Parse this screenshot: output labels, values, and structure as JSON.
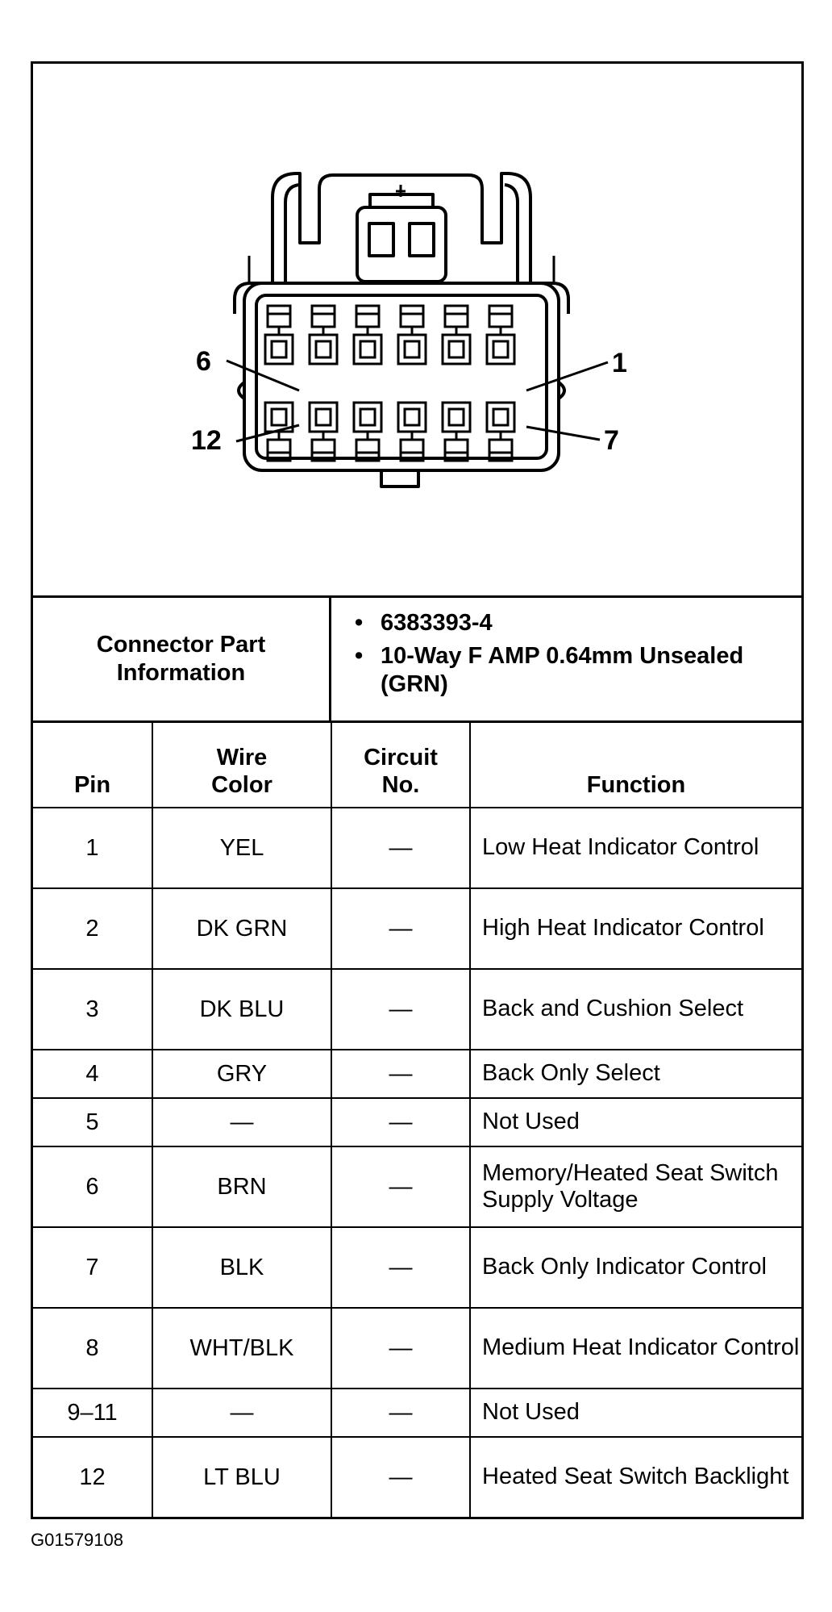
{
  "diagram": {
    "pin_callouts": {
      "top_left": "6",
      "top_right": "1",
      "bottom_left": "12",
      "bottom_right": "7"
    }
  },
  "part_info": {
    "label": "Connector Part Information",
    "items": [
      "6383393-4",
      "10-Way F AMP 0.64mm Unsealed (GRN)"
    ]
  },
  "table": {
    "headers": {
      "pin": "Pin",
      "wire_color": "Wire Color",
      "circuit_no": "Circuit No.",
      "function": "Function"
    },
    "rows": [
      {
        "pin": "1",
        "wire_color": "YEL",
        "circuit_no": "—",
        "function": "Low Heat Indicator Control"
      },
      {
        "pin": "2",
        "wire_color": "DK GRN",
        "circuit_no": "—",
        "function": "High Heat Indicator Control"
      },
      {
        "pin": "3",
        "wire_color": "DK BLU",
        "circuit_no": "—",
        "function": "Back and Cushion Select"
      },
      {
        "pin": "4",
        "wire_color": "GRY",
        "circuit_no": "—",
        "function": "Back Only Select"
      },
      {
        "pin": "5",
        "wire_color": "—",
        "circuit_no": "—",
        "function": "Not Used"
      },
      {
        "pin": "6",
        "wire_color": "BRN",
        "circuit_no": "—",
        "function": "Memory/Heated Seat Switch Supply Voltage"
      },
      {
        "pin": "7",
        "wire_color": "BLK",
        "circuit_no": "—",
        "function": "Back Only Indicator Control"
      },
      {
        "pin": "8",
        "wire_color": "WHT/BLK",
        "circuit_no": "—",
        "function": "Medium Heat Indicator Control"
      },
      {
        "pin": "9–11",
        "wire_color": "—",
        "circuit_no": "—",
        "function": "Not Used"
      },
      {
        "pin": "12",
        "wire_color": "LT BLU",
        "circuit_no": "—",
        "function": "Heated Seat Switch Backlight"
      }
    ]
  },
  "footer": {
    "figure_id": "G01579108"
  }
}
